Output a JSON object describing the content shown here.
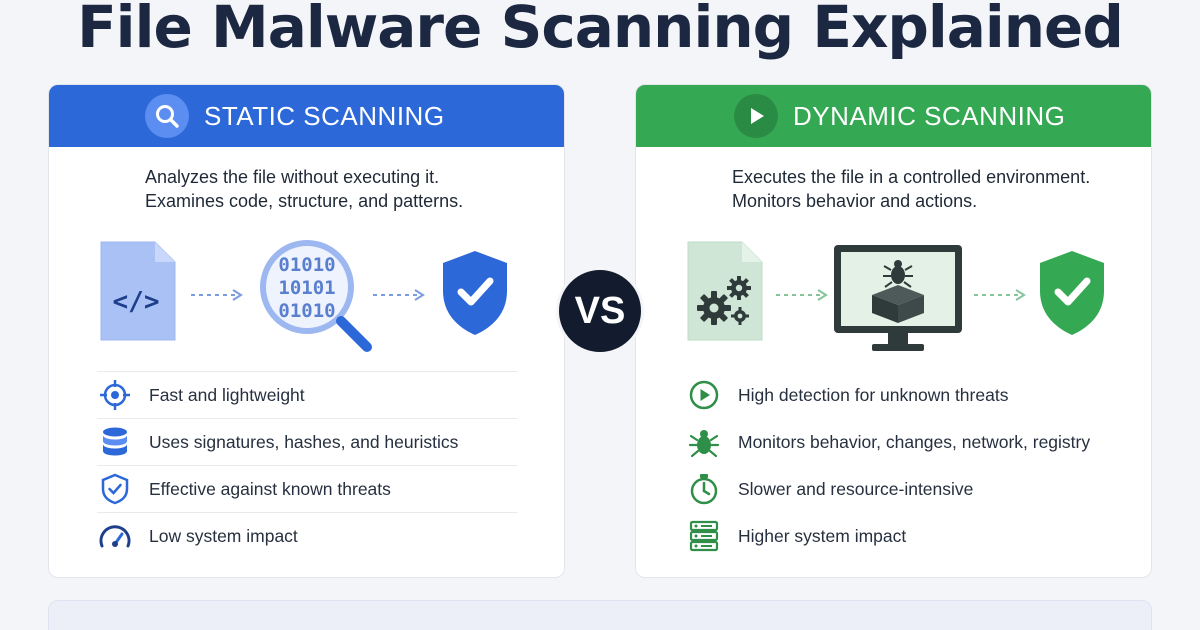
{
  "title": "File Malware Scanning Explained",
  "vs_label": "VS",
  "static": {
    "heading": "STATIC SCANNING",
    "description": [
      "Analyzes the file without executing it.",
      "Examines code, structure, and patterns."
    ],
    "code_symbol": "</>",
    "binary_lines": [
      "01010",
      "10101",
      "01010"
    ],
    "features": [
      {
        "icon": "crosshair-icon",
        "label": "Fast and lightweight"
      },
      {
        "icon": "database-icon",
        "label": "Uses signatures, hashes, and heuristics"
      },
      {
        "icon": "shield-check-icon",
        "label": "Effective against known threats"
      },
      {
        "icon": "gauge-icon",
        "label": "Low system impact"
      }
    ],
    "color": "#2d68d8"
  },
  "dynamic": {
    "heading": "DYNAMIC SCANNING",
    "description": [
      "Executes the file in a controlled environment.",
      "Monitors behavior and actions."
    ],
    "features": [
      {
        "icon": "play-circle-icon",
        "label": "High detection for unknown threats"
      },
      {
        "icon": "bug-icon",
        "label": "Monitors behavior, changes, network, registry"
      },
      {
        "icon": "stopwatch-icon",
        "label": "Slower and resource-intensive"
      },
      {
        "icon": "server-icon",
        "label": "Higher system impact"
      }
    ],
    "color": "#35a853"
  }
}
